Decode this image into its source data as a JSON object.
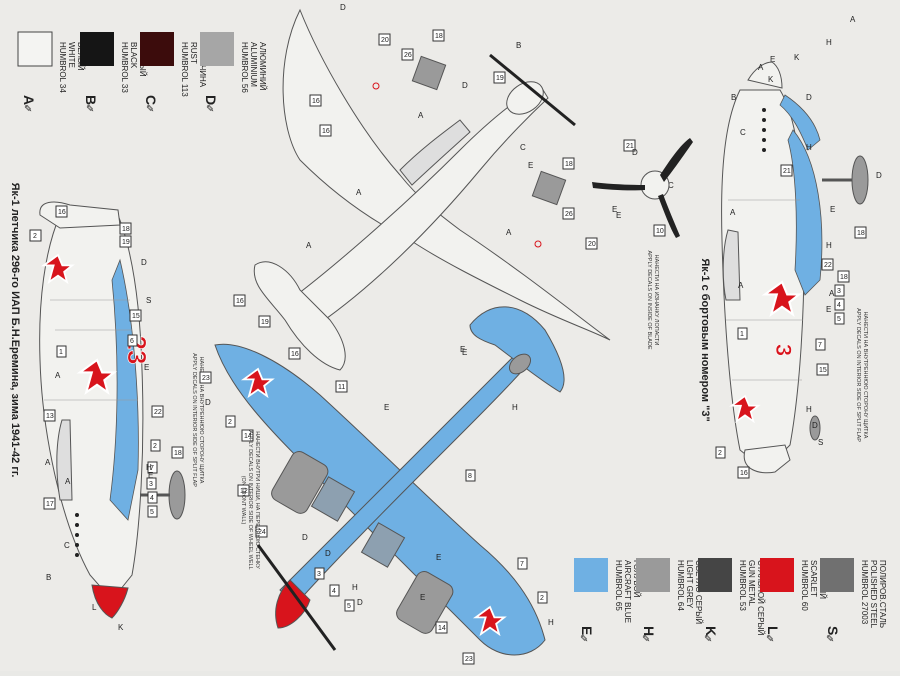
{
  "left_title": "Як-1 летчика 296-го ИАП Б.Н.Еремина, зима 1941-42 гг.",
  "right_title": "Як-1 с бортовым номером \"3\"",
  "top_legend": [
    {
      "letter": "A",
      "humbrol": "HUMBROL 34",
      "en": "WHITE",
      "ru": "БЕЛЫЙ",
      "color": "#f4f4f2"
    },
    {
      "letter": "B",
      "humbrol": "HUMBROL 33",
      "en": "BLACK",
      "ru": "ЧЕРНЫЙ",
      "color": "#151515"
    },
    {
      "letter": "C",
      "humbrol": "HUMBROL 113",
      "en": "RUST",
      "ru": "РЖАВЧИНА",
      "color": "#3c0c0c"
    },
    {
      "letter": "D",
      "humbrol": "HUMBROL 56",
      "en": "ALUMINIUM",
      "ru": "АЛЮМИНИЙ",
      "color": "#a6a6a6"
    }
  ],
  "bottom_legend": [
    {
      "letter": "E",
      "humbrol": "HUMBROL 65",
      "en": "AIRCRAFT BLUE",
      "ru": "ГОЛУБОЙ",
      "color": "#6fb0e3"
    },
    {
      "letter": "H",
      "humbrol": "HUMBROL 64",
      "en": "LIGHT GREY",
      "ru": "СВЕТЛО СЕРЫЙ",
      "color": "#9a9a9a"
    },
    {
      "letter": "K",
      "humbrol": "HUMBROL 53",
      "en": "GUN METAL",
      "ru": "СТАЛЬНОЙ СЕРЫЙ",
      "color": "#454545"
    },
    {
      "letter": "L",
      "humbrol": "HUMBROL 60",
      "en": "SCARLET",
      "ru": "КРАСНЫЙ",
      "color": "#d8141c"
    },
    {
      "letter": "S",
      "humbrol": "HUMBROL 27003",
      "en": "POLISHED STEEL",
      "ru": "ПОЛИРОВ.СТАЛЬ",
      "color": "#707070"
    }
  ],
  "notes": {
    "split_flap_ru": "НАНЕСТИ НА ВНУТРЕННЮЮ СТОРОНУ ЩИТКА",
    "split_flap_en": "APPLY DECALS ON INTERIOR SIDE OF SPLIT FLAP",
    "wheel_well_ru": "НАНЕСТИ ВНУТРИ НИШИ, НА ПЕРЕДНЮЮ СТЕНКУ",
    "wheel_well_en": "APPLY DECALS ON INTERIOR SIDE OF WHEEL WELL",
    "wheel_well_en2": "(ON FRONT WALL)",
    "blade_ru": "НАНЕСТИ НА ИЗНАНКУ ЛОПАСТИ",
    "blade_en": "APPLY DECALS ON INSIDE OF BLADE"
  },
  "side_number_left": "23",
  "side_number_right": "3",
  "callouts": {
    "left_profile": [
      "16",
      "2",
      "18",
      "19",
      "15",
      "6",
      "1",
      "13",
      "22",
      "17",
      "7",
      "18",
      "2",
      "3",
      "4",
      "5"
    ],
    "top_view": [
      "20",
      "26",
      "18",
      "19",
      "16",
      "16",
      "18",
      "26",
      "20",
      "16",
      "19",
      "16",
      "21",
      "10"
    ],
    "bottom_view": [
      "23",
      "2",
      "11",
      "14",
      "12",
      "24",
      "8",
      "7",
      "14",
      "2",
      "23",
      "3",
      "4",
      "5"
    ],
    "right_profile": [
      "21",
      "18",
      "22",
      "18",
      "1",
      "7",
      "15",
      "2",
      "16",
      "3",
      "4",
      "5"
    ]
  },
  "paint_refs": {
    "left_profile": [
      "A",
      "D",
      "S",
      "E",
      "H",
      "A",
      "A",
      "C",
      "B",
      "L",
      "K",
      "E"
    ],
    "top_view": [
      "D",
      "B",
      "D",
      "A",
      "A",
      "C",
      "E",
      "A",
      "A",
      "E",
      "C",
      "D",
      "E",
      "A",
      "E",
      "H"
    ],
    "bottom_view": [
      "D",
      "E",
      "E",
      "E",
      "H",
      "D",
      "H",
      "D",
      "H",
      "E",
      "D"
    ],
    "right_profile": [
      "A",
      "B",
      "K",
      "A",
      "C",
      "H",
      "E",
      "A",
      "H",
      "D",
      "E",
      "A",
      "E",
      "H",
      "D",
      "S",
      "K",
      "D"
    ]
  }
}
